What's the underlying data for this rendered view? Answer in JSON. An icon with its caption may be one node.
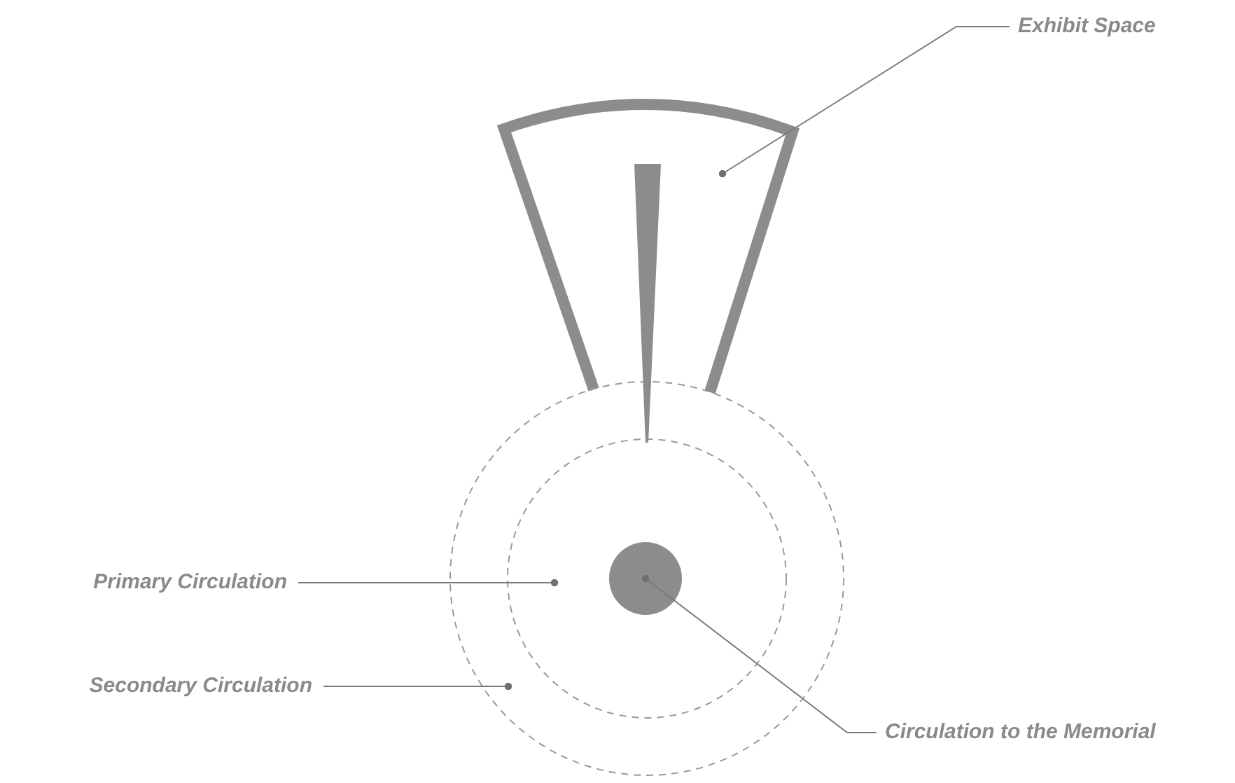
{
  "diagram": {
    "nodes": [
      {
        "text": [
          "Exhibit Space"
        ]
      },
      {
        "text": [],
        "shape": "fan"
      },
      {
        "text": [
          "Primary Circulation"
        ]
      },
      {
        "text": [],
        "shape": "circle",
        "in": 5
      },
      {
        "text": [
          "Secondary Circulation"
        ]
      },
      {
        "text": [],
        "shape": "circle"
      },
      {
        "text": [
          "Circulation to the Memorial"
        ]
      },
      {
        "text": [],
        "shape": "circle",
        "in": 3
      }
    ],
    "edges": [
      {
        "from": 0,
        "to": 1,
        "arrow": "other"
      },
      {
        "from": 2,
        "to": 3,
        "arrow": "other"
      },
      {
        "from": 4,
        "to": 5,
        "arrow": "other"
      },
      {
        "from": 6,
        "to": 7,
        "arrow": "other"
      }
    ]
  }
}
